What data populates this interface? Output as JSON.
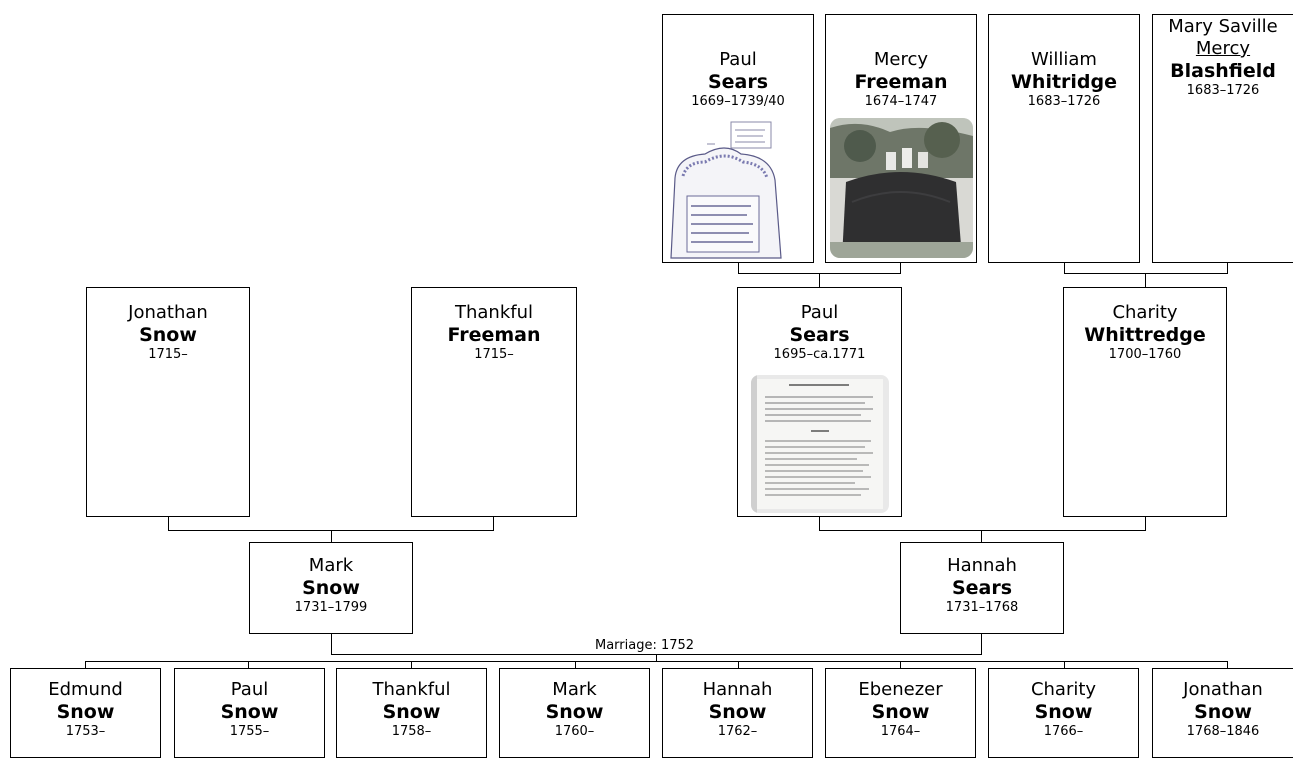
{
  "gen1": [
    {
      "given": "Paul",
      "surname": "Sears",
      "dates": "1669–1739/40"
    },
    {
      "given": "Mercy",
      "surname": "Freeman",
      "dates": "1674–1747"
    },
    {
      "given": "William",
      "surname": "Whitridge",
      "dates": "1683–1726"
    },
    {
      "given": "Mary Saville",
      "given2": "Mercy",
      "surname": "Blashfield",
      "dates": "1683–1726"
    }
  ],
  "gen2": [
    {
      "given": "Jonathan",
      "surname": "Snow",
      "dates": "1715–"
    },
    {
      "given": "Thankful",
      "surname": "Freeman",
      "dates": "1715–"
    },
    {
      "given": "Paul",
      "surname": "Sears",
      "dates": "1695–ca.1771"
    },
    {
      "given": "Charity",
      "surname": "Whittredge",
      "dates": "1700–1760"
    }
  ],
  "gen3": [
    {
      "given": "Mark",
      "surname": "Snow",
      "dates": "1731–1799"
    },
    {
      "given": "Hannah",
      "surname": "Sears",
      "dates": "1731–1768"
    }
  ],
  "marriage": "Marriage: 1752",
  "children": [
    {
      "given": "Edmund",
      "surname": "Snow",
      "dates": "1753–"
    },
    {
      "given": "Paul",
      "surname": "Snow",
      "dates": "1755–"
    },
    {
      "given": "Thankful",
      "surname": "Snow",
      "dates": "1758–"
    },
    {
      "given": "Mark",
      "surname": "Snow",
      "dates": "1760–"
    },
    {
      "given": "Hannah",
      "surname": "Snow",
      "dates": "1762–"
    },
    {
      "given": "Ebenezer",
      "surname": "Snow",
      "dates": "1764–"
    },
    {
      "given": "Charity",
      "surname": "Snow",
      "dates": "1766–"
    },
    {
      "given": "Jonathan",
      "surname": "Snow",
      "dates": "1768–1846"
    }
  ]
}
